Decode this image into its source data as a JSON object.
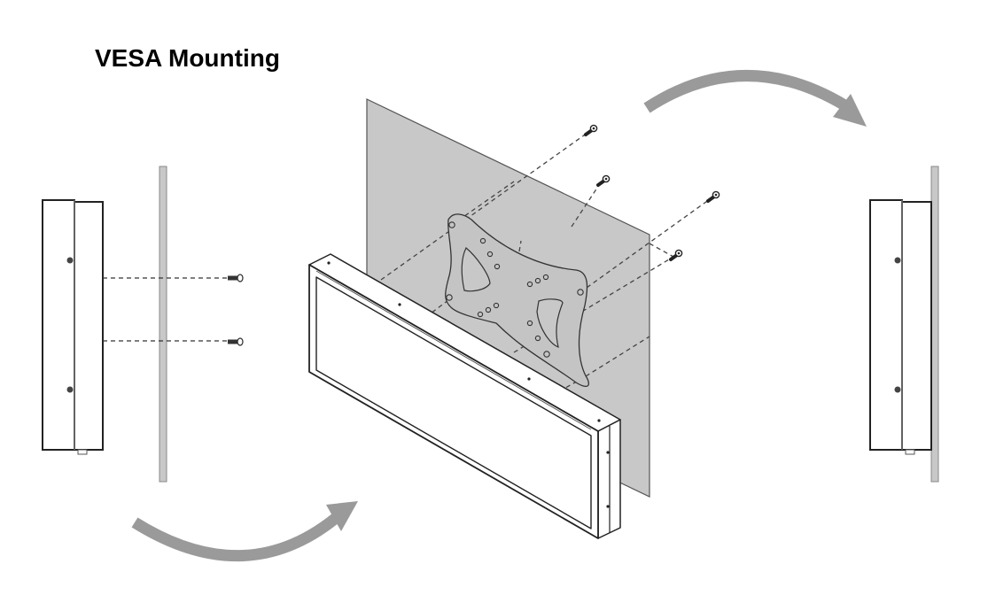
{
  "title": "VESA Mounting",
  "colors": {
    "wall": "#c8c8c8",
    "arrow": "#9a9a9a",
    "line": "#222222",
    "bracket": "#c4c4c4"
  },
  "steps": [
    {
      "name": "side-view-before",
      "description_icon": "display-side-profile-icon"
    },
    {
      "name": "exploded-view",
      "description_icon": "vesa-bracket-icon"
    },
    {
      "name": "side-view-after",
      "description_icon": "display-side-profile-icon"
    }
  ]
}
